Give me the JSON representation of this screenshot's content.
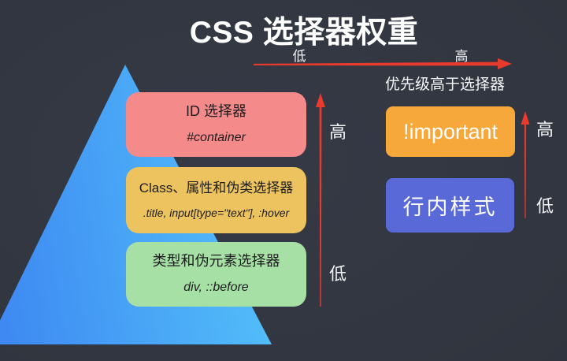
{
  "title": "CSS 选择器权重",
  "top_axis": {
    "low_label": "低",
    "high_label": "高",
    "arrow_direction": "left-to-right"
  },
  "pyramid": {
    "triangle_colors": [
      "#3e8af2",
      "#54c2fa"
    ],
    "levels": [
      {
        "name": "ID 选择器",
        "example": "#container",
        "bg": "#f58a8a"
      },
      {
        "name": "Class、属性和伪类选择器",
        "example": ".title, input[type=\"text\"], :hover",
        "bg": "#ecc35e"
      },
      {
        "name": "类型和伪元素选择器",
        "example": "div, ::before",
        "bg": "#a6e0a5"
      }
    ],
    "axis": {
      "high_label": "高",
      "low_label": "低",
      "arrow_direction": "bottom-to-top"
    }
  },
  "right_panel": {
    "subtitle": "优先级高于选择器",
    "boxes": [
      {
        "label": "!important",
        "bg": "#f7a83b"
      },
      {
        "label": "行内样式",
        "bg": "#5a69d8"
      }
    ],
    "axis": {
      "high_label": "高",
      "low_label": "低",
      "arrow_direction": "bottom-to-top"
    }
  },
  "colors": {
    "background": "#30343d",
    "arrow_red": "#e93a2e",
    "title_text": "#ffffff",
    "box_text_dark": "#1d1d1f"
  }
}
